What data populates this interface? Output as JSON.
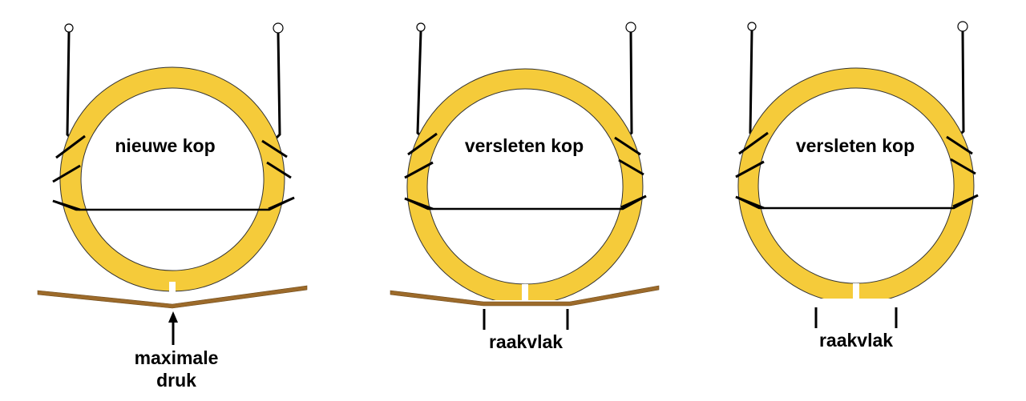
{
  "panels": [
    {
      "id": "new-head",
      "title": "nieuwe kop",
      "annotation": [
        "maximale",
        "druk"
      ]
    },
    {
      "id": "worn-head-on-tape",
      "title": "versleten kop",
      "annotation": [
        "raakvlak"
      ]
    },
    {
      "id": "worn-head-alone",
      "title": "versleten kop",
      "annotation": [
        "raakvlak"
      ]
    }
  ],
  "colors": {
    "head": "#f5cb3a",
    "tape": "#9c6a2a",
    "line": "#000000",
    "background": "#ffffff"
  }
}
